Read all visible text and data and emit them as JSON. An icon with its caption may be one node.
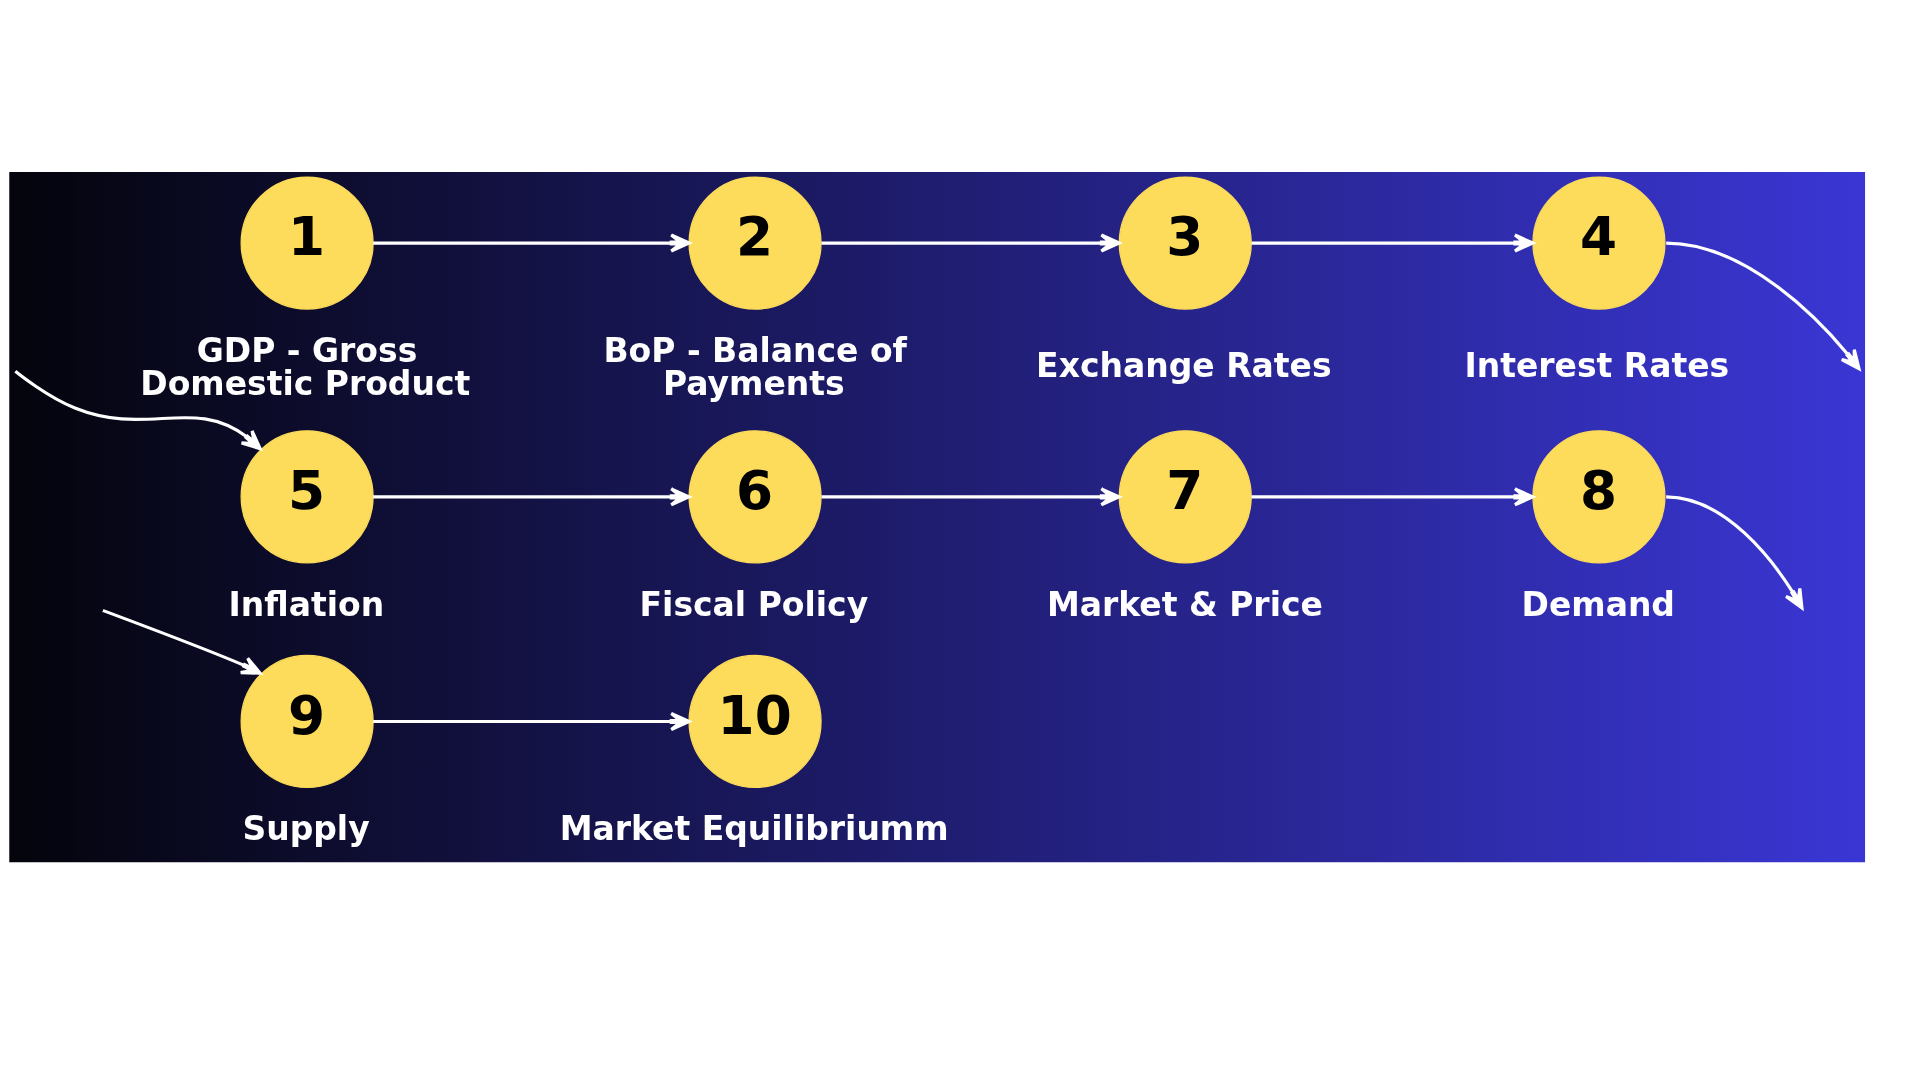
{
  "diagram": {
    "nodes": [
      {
        "text": [
          "1"
        ],
        "beside": [
          "GDP - Gross Domestic Product"
        ]
      },
      {
        "text": [
          "2"
        ],
        "beside": [
          "BoP - Balance of Payments"
        ]
      },
      {
        "text": [
          "3"
        ],
        "beside": [
          "Exchange Rates"
        ]
      },
      {
        "text": [
          "4"
        ],
        "beside": [
          "Interest Rates"
        ]
      },
      {
        "text": [
          "5"
        ],
        "beside": [
          "Inflation"
        ]
      },
      {
        "text": [
          "6"
        ],
        "beside": [
          "Fiscal Policy"
        ]
      },
      {
        "text": [
          "7"
        ],
        "beside": [
          "Market & Price"
        ]
      },
      {
        "text": [
          "8"
        ],
        "beside": [
          "Demand"
        ]
      },
      {
        "text": [
          "9"
        ],
        "beside": [
          "Supply"
        ]
      },
      {
        "text": [
          "10"
        ],
        "beside": [
          "Market Equilibriumm"
        ]
      }
    ],
    "edges": [
      {
        "from": 0,
        "to": 1,
        "arrow": "to"
      },
      {
        "from": 1,
        "to": 2,
        "arrow": "to"
      },
      {
        "from": 2,
        "to": 3,
        "arrow": "to"
      },
      {
        "from": 3,
        "to": null,
        "arrow": "to"
      },
      {
        "from": null,
        "to": 4,
        "arrow": "to"
      },
      {
        "from": 4,
        "to": 5,
        "arrow": "to"
      },
      {
        "from": 5,
        "to": 6,
        "arrow": "to"
      },
      {
        "from": 6,
        "to": 7,
        "arrow": "to"
      },
      {
        "from": 7,
        "to": null,
        "arrow": "to"
      },
      {
        "from": null,
        "to": 8,
        "arrow": "to"
      },
      {
        "from": 8,
        "to": 9,
        "arrow": "to"
      }
    ]
  }
}
